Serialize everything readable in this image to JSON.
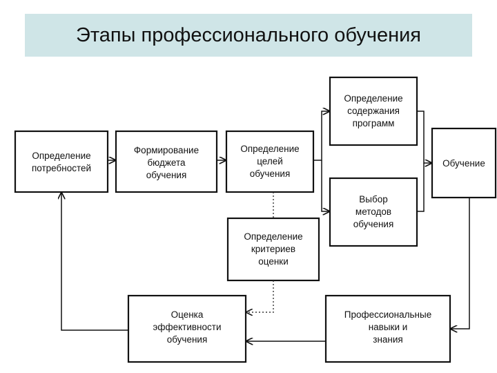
{
  "title": "Этапы профессионального обучения",
  "nodes": {
    "needs": [
      "Определение",
      "потребностей"
    ],
    "budget": [
      "Формирование",
      "бюджета",
      "обучения"
    ],
    "goals": [
      "Определение",
      "целей",
      "обучения"
    ],
    "content": [
      "Определение",
      "содержания",
      "программ"
    ],
    "methods": [
      "Выбор",
      "методов",
      "обучения"
    ],
    "criteria": [
      "Определение",
      "критериев",
      "оценки"
    ],
    "training": [
      "Обучение"
    ],
    "skills": [
      "Профессиональные",
      "навыки и",
      "знания"
    ],
    "evaluation": [
      "Оценка",
      "эффективности",
      "обучения"
    ]
  }
}
